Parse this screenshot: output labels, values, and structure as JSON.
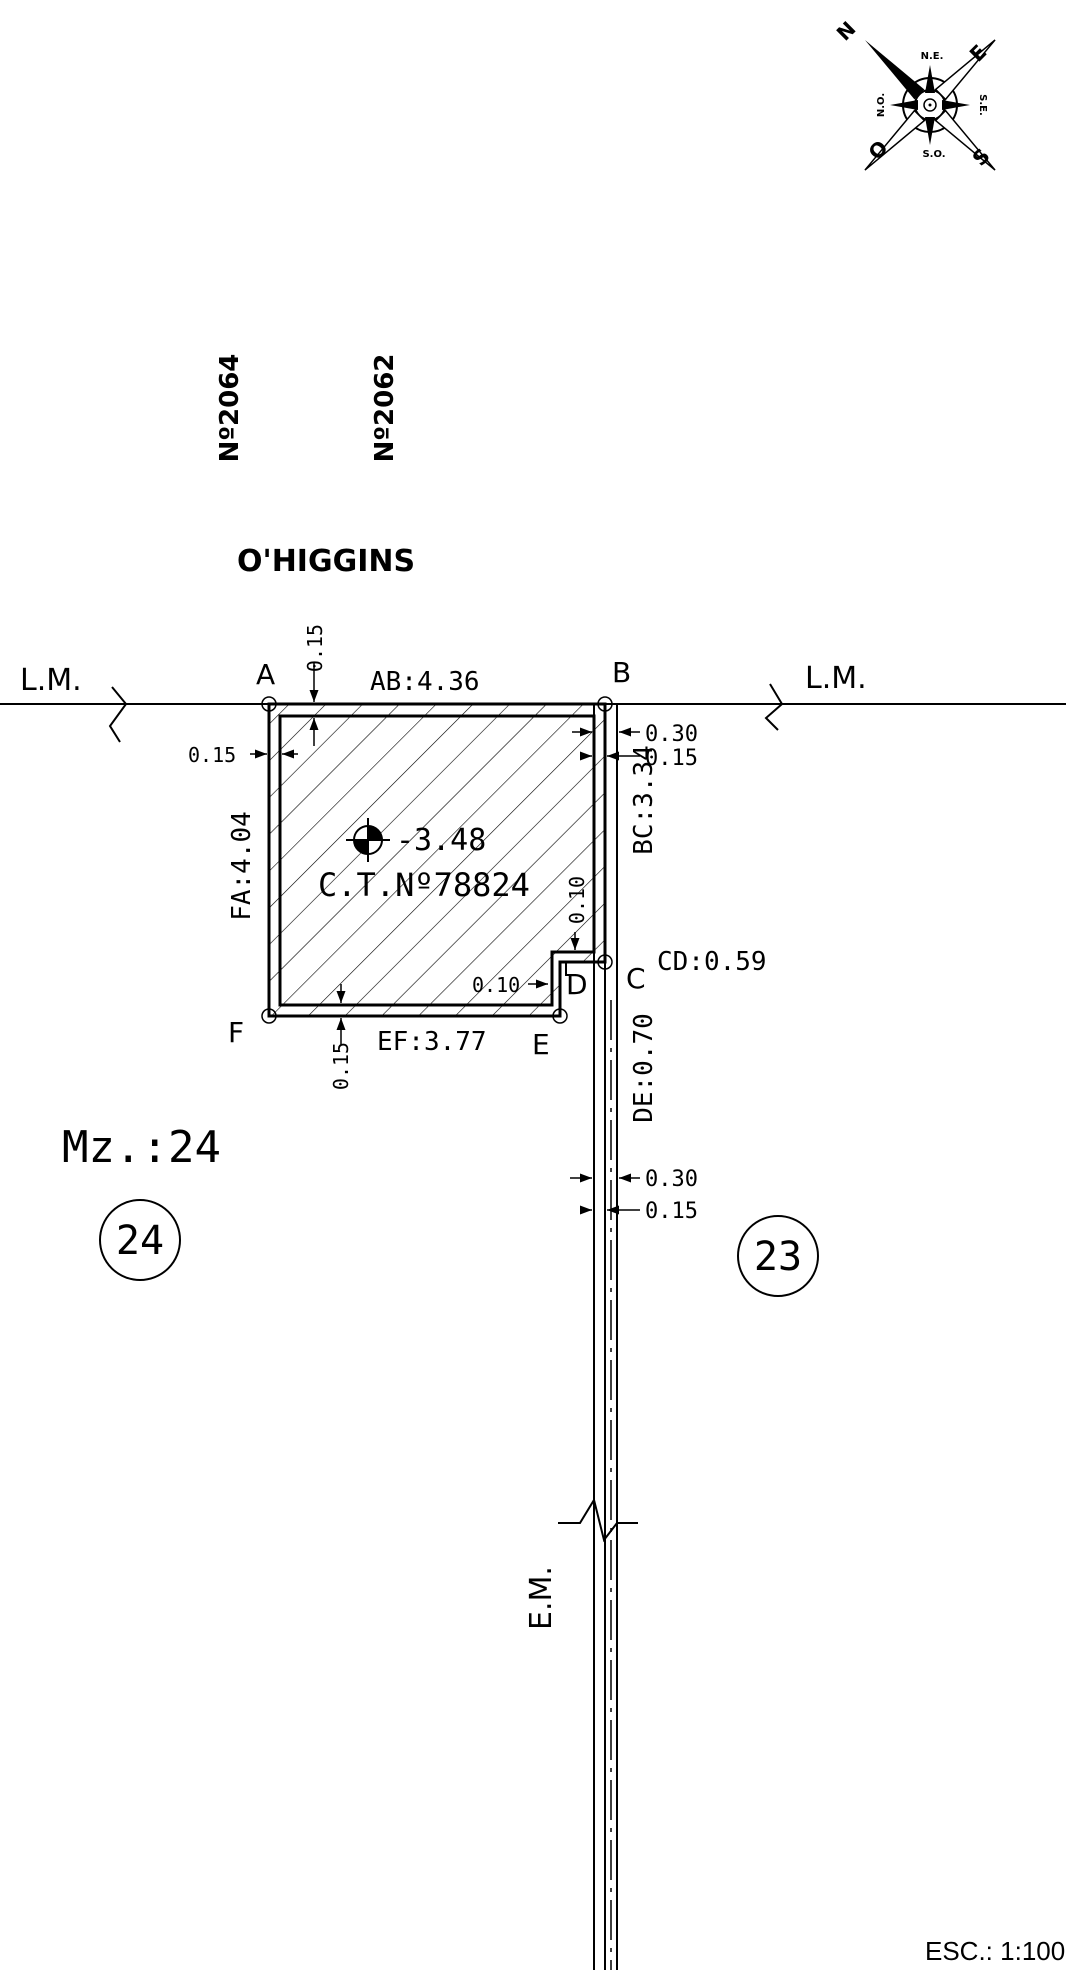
{
  "compass": {
    "north": "N",
    "east": "E",
    "south": "S",
    "west": "O",
    "northeast": "N.E.",
    "southeast": "S.E.",
    "southwest": "S.O.",
    "northwest": "N.O."
  },
  "street": {
    "name": "O'HIGGINS",
    "numbers": [
      "Nº2064",
      "Nº2062"
    ]
  },
  "boundary_lines": {
    "left": "L.M.",
    "right": "L.M.",
    "axis": "E.M."
  },
  "vertices": {
    "a": "A",
    "b": "B",
    "c": "C",
    "d": "D",
    "e": "E",
    "f": "F"
  },
  "sides": {
    "ab": "AB:4.36",
    "bc": "BC:3.34",
    "cd": "CD:0.59",
    "de": "DE:0.70",
    "ef": "EF:3.77",
    "fa": "FA:4.04"
  },
  "wall_dims": {
    "top": "0.15",
    "left": "0.15",
    "bottom": "0.15",
    "right_outer": "0.30",
    "right_inner": "0.15",
    "notch_vertical": "0.10",
    "notch_horizontal": "0.10",
    "axis_outer": "0.30",
    "axis_inner": "0.15"
  },
  "lot": {
    "level": "-3.48",
    "cadastral": "C.T.Nº78824"
  },
  "block": {
    "label": "Mz.:24",
    "lot_left": "24",
    "lot_right": "23"
  },
  "scale": "ESC.: 1:100"
}
